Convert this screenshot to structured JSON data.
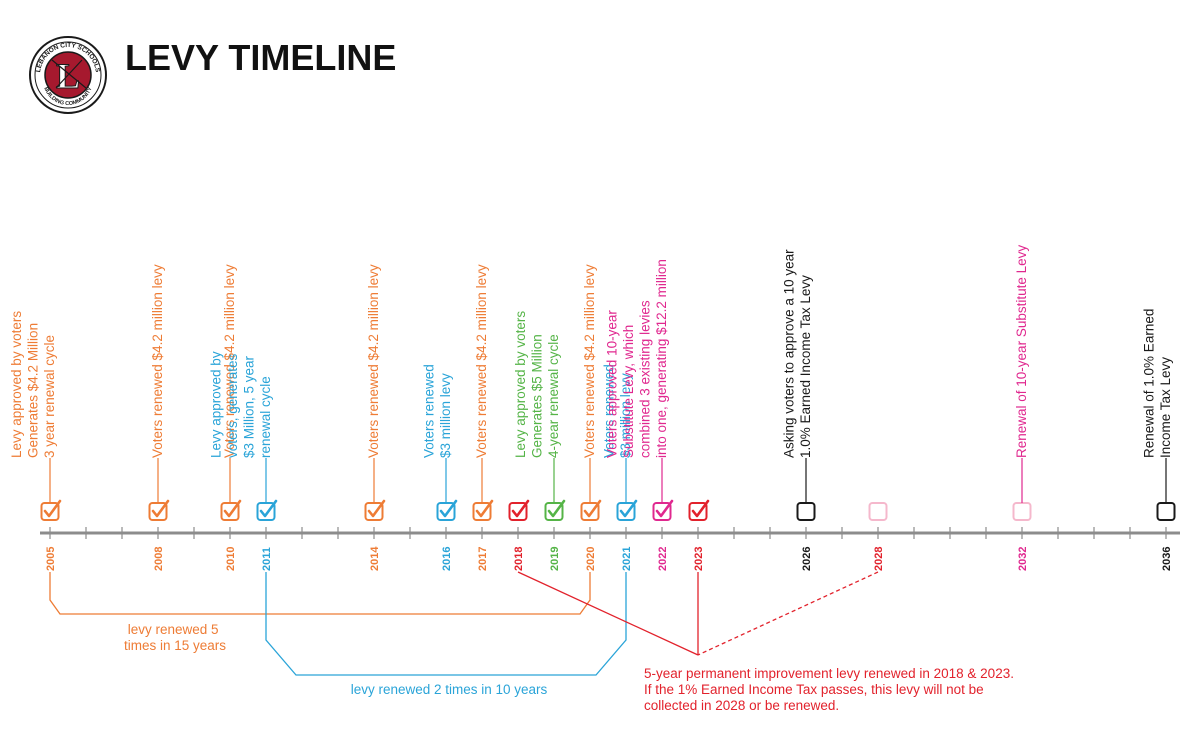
{
  "title": "LEVY TIMELINE",
  "logo": {
    "text_top": "LEBANON CITY SCHOOLS",
    "text_bottom": "BUILDING COMMUNITY",
    "letter": "L"
  },
  "colors": {
    "orange": "#ee7c35",
    "blue": "#2aa4d8",
    "red": "#e2222c",
    "green": "#55b447",
    "magenta": "#e0288f",
    "black": "#1a1a1a",
    "axis": "#8c8c8c",
    "pink_light": "#f5b8cc"
  },
  "events": [
    {
      "year": "2005",
      "color": "orange",
      "check": true,
      "label_lines": [
        "Levy approved by voters",
        "Generates $4.2 Million",
        "3 year renewal cycle"
      ]
    },
    {
      "year": "2008",
      "color": "orange",
      "check": true,
      "label_lines": [
        "Voters renewed $4.2 million levy"
      ]
    },
    {
      "year": "2010",
      "color": "orange",
      "check": true,
      "label_lines": [
        "Voters renewed $4.2 million levy"
      ]
    },
    {
      "year": "2011",
      "color": "blue",
      "check": true,
      "label_lines": [
        "Levy approved by",
        "voters, generates",
        "$3 Million, 5 year",
        "renewal cycle"
      ]
    },
    {
      "year": "2014",
      "color": "orange",
      "check": true,
      "label_lines": [
        "Voters renewed $4.2 million levy"
      ]
    },
    {
      "year": "2016",
      "color": "blue",
      "check": true,
      "label_lines": [
        "Voters renewed",
        "$3 million levy"
      ]
    },
    {
      "year": "2017",
      "color": "orange",
      "check": true,
      "label_lines": [
        "Voters renewed $4.2 million levy"
      ]
    },
    {
      "year": "2018",
      "color": "red",
      "check": true,
      "label_lines": []
    },
    {
      "year": "2019",
      "color": "green",
      "check": true,
      "label_lines": [
        "Levy approved by voters",
        "Generates $5 Million",
        "4-year renewal cycle"
      ]
    },
    {
      "year": "2020",
      "color": "orange",
      "check": true,
      "label_lines": [
        "Voters renewed $4.2 million levy"
      ]
    },
    {
      "year": "2021",
      "color": "blue",
      "check": true,
      "label_lines": [
        "Voters renewed",
        "$3 million levy"
      ]
    },
    {
      "year": "2022",
      "color": "magenta",
      "check": true,
      "label_lines": [
        "Voters approved 10-year",
        "Substitute Levy, which",
        "combined 3 existing levies",
        "into one, generating $12.2 million"
      ]
    },
    {
      "year": "2023",
      "color": "red",
      "check": true,
      "label_lines": []
    },
    {
      "year": "2026",
      "color": "black",
      "check": false,
      "label_lines": [
        "Asking voters to approve a 10 year",
        "1.0% Earned Income Tax Levy"
      ]
    },
    {
      "year": "2028",
      "color": "red",
      "check": false,
      "label_lines": []
    },
    {
      "year": "2032",
      "color": "magenta",
      "check": false,
      "label_lines": [
        "Renewal of 10-year Substitute Levy"
      ]
    },
    {
      "year": "2036",
      "color": "black",
      "check": false,
      "label_lines": [
        "Renewal of 1.0% Earned",
        "Income Tax Levy"
      ]
    }
  ],
  "notes": {
    "orange": [
      "levy renewed 5",
      "times in 15 years"
    ],
    "blue": [
      "levy renewed 2 times in 10 years"
    ],
    "red": [
      "5-year permanent improvement levy renewed in 2018 & 2023.",
      "If the 1% Earned Income Tax passes, this levy will not be",
      "collected in 2028 or be renewed."
    ]
  }
}
